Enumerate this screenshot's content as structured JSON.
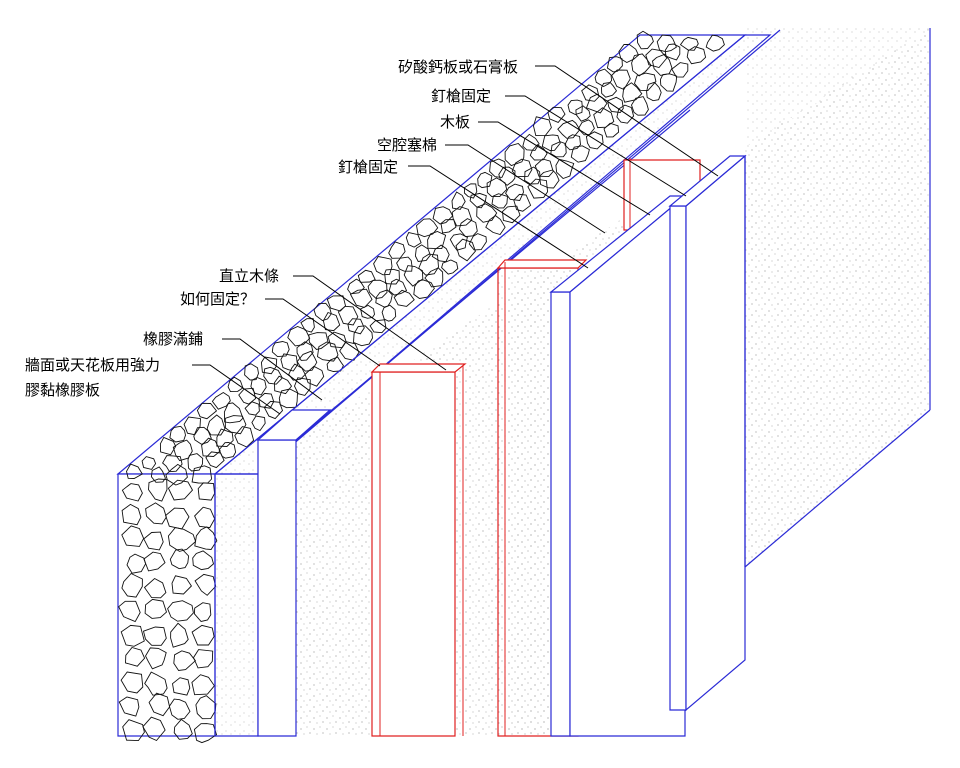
{
  "colors": {
    "background": "#ffffff",
    "panel_outline": "#2b2bd6",
    "stud_outline": "#e02020",
    "leader_line": "#000000",
    "texture_dots": "#9a9a9a",
    "stone_outline": "#111111"
  },
  "labels": {
    "calcium_silicate_board": "矽酸鈣板或石膏板",
    "nail_gun_fix_1": "釘槍固定",
    "wood_board": "木板",
    "cavity_insulation": "空腔塞棉",
    "nail_gun_fix_2": "釘槍固定",
    "vertical_stud": "直立木條",
    "how_to_fix": "如何固定？",
    "rubber_full_spread": "橡膠滿鋪",
    "wall_ceiling_line1": "牆面或天花板用強力",
    "wall_ceiling_line2": "膠黏橡膠板"
  }
}
